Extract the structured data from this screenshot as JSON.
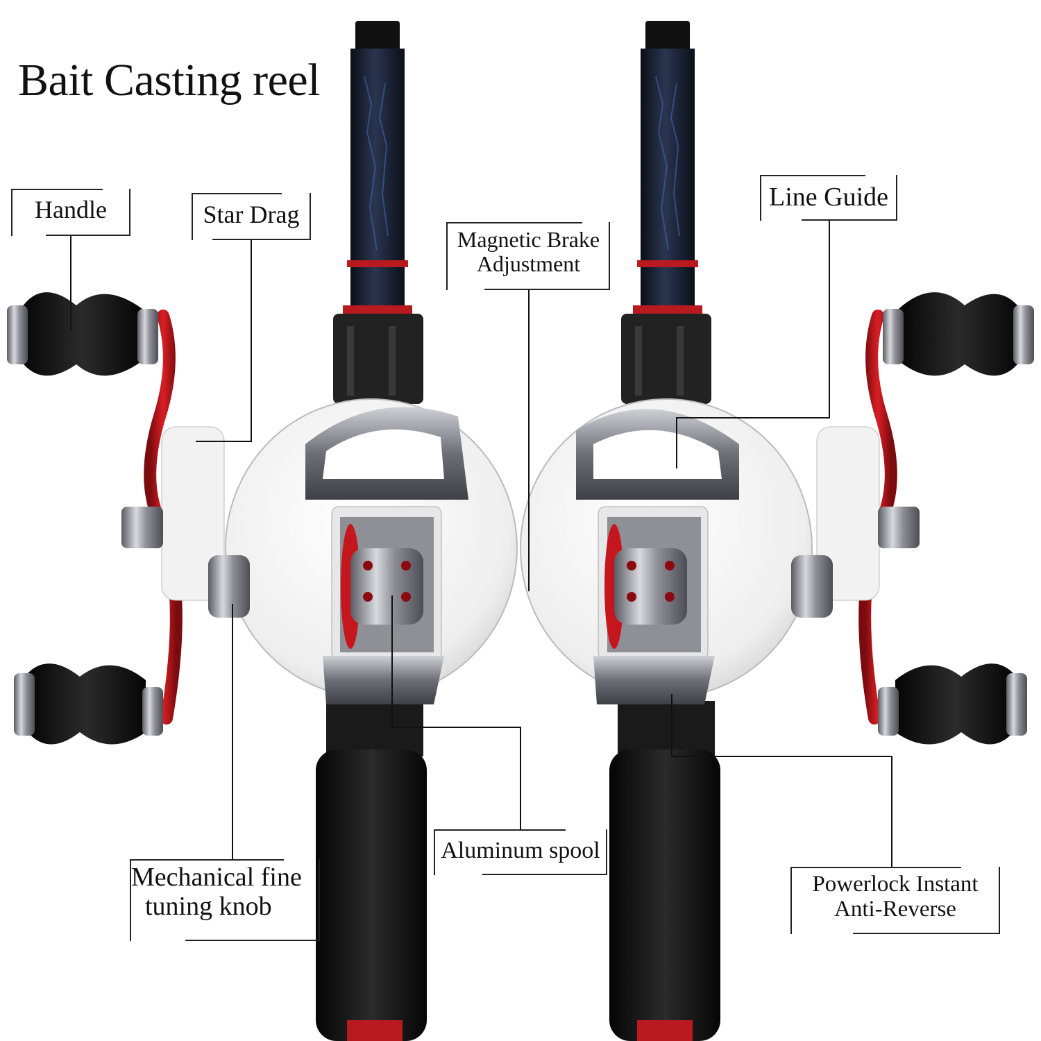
{
  "title": "Bait Casting reel",
  "colors": {
    "accent_red": "#c4161c",
    "rod_blank": "#141a26",
    "reel_body": "#f4f4f4",
    "chrome": "#8d8e96",
    "grip_foam": "#111111"
  },
  "callouts": {
    "handle": "Handle",
    "star_drag": "Star Drag",
    "magnetic_brake_line1": "Magnetic Brake",
    "magnetic_brake_line2": "Adjustment",
    "line_guide": "Line Guide",
    "aluminum_spool": "Aluminum spool",
    "fine_tuning_line1": "Mechanical fine",
    "fine_tuning_line2": "tuning  knob",
    "powerlock_line1": "Powerlock Instant",
    "powerlock_line2": "Anti-Reverse"
  }
}
